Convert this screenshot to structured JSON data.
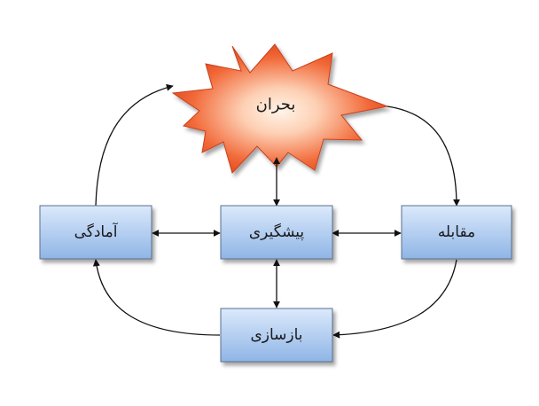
{
  "diagram": {
    "crisis": "بحران",
    "prevention": "پیشگیری",
    "preparedness": "آمادگی",
    "response": "مقابله",
    "recovery": "بازسازی"
  },
  "colors": {
    "box_fill_top": "#dbe9fb",
    "box_fill_bottom": "#8fb5e6",
    "box_border": "#5a6f8c",
    "burst_outer": "#ef5a2a",
    "burst_inner": "#fff4e8",
    "line": "#111111"
  }
}
